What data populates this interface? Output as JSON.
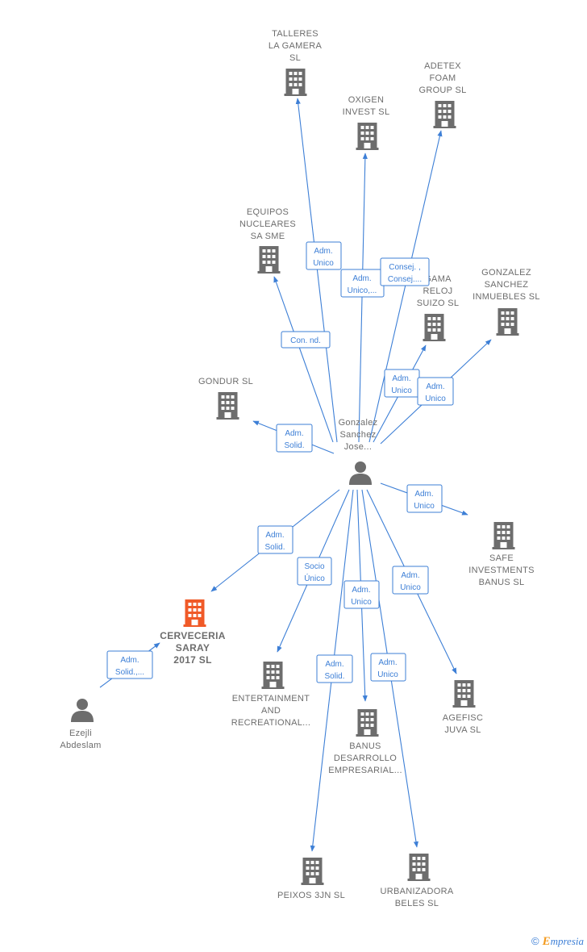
{
  "colors": {
    "edge": "#3d7fd6",
    "node": "#6d6d6d",
    "focus": "#f05a28"
  },
  "center_person": {
    "label": [
      "Gonzalez",
      "Sanchez",
      "Jose..."
    ]
  },
  "other_person": {
    "label": [
      "Ezejli",
      "Abdeslam"
    ]
  },
  "companies": [
    {
      "id": "talleres",
      "label": [
        "TALLERES",
        "LA GAMERA",
        "SL"
      ]
    },
    {
      "id": "oxigen",
      "label": [
        "OXIGEN",
        "INVEST SL"
      ]
    },
    {
      "id": "adetex",
      "label": [
        "ADETEX",
        "FOAM",
        "GROUP SL"
      ]
    },
    {
      "id": "equipos",
      "label": [
        "EQUIPOS",
        "NUCLEARES",
        "SA SME"
      ]
    },
    {
      "id": "gama",
      "label": [
        "GAMA",
        "RELOJ",
        "SUIZO SL"
      ]
    },
    {
      "id": "gonzalez",
      "label": [
        "GONZALEZ",
        "SANCHEZ",
        "INMUEBLES SL"
      ]
    },
    {
      "id": "gondur",
      "label": [
        "GONDUR SL"
      ]
    },
    {
      "id": "safe",
      "label": [
        "SAFE",
        "INVESTMENTS",
        "BANUS SL"
      ]
    },
    {
      "id": "cerveceria",
      "label": [
        "CERVECERIA",
        "SARAY",
        "2017 SL"
      ],
      "focus": true
    },
    {
      "id": "entertainment",
      "label": [
        "ENTERTAINMENT",
        "AND",
        "RECREATIONAL..."
      ]
    },
    {
      "id": "banus",
      "label": [
        "BANUS",
        "DESARROLLO",
        "EMPRESARIAL..."
      ]
    },
    {
      "id": "agefisc",
      "label": [
        "AGEFISC",
        "JUVA SL"
      ]
    },
    {
      "id": "peixos",
      "label": [
        "PEIXOS 3JN SL"
      ]
    },
    {
      "id": "urbanizadora",
      "label": [
        "URBANIZADORA",
        "BELES SL"
      ]
    }
  ],
  "edges": [
    {
      "to": "talleres",
      "label": [
        "Adm.",
        "Unico"
      ]
    },
    {
      "to": "oxigen",
      "label": [
        "Adm.",
        "Unico,..."
      ]
    },
    {
      "to": "adetex",
      "label": [
        "Consej. ,",
        "Consej...."
      ]
    },
    {
      "to": "equipos",
      "label": [
        "Con. nd."
      ]
    },
    {
      "to": "gama",
      "label": [
        "Adm.",
        "Unico"
      ]
    },
    {
      "to": "gonzalez",
      "label": [
        "Adm.",
        "Unico"
      ]
    },
    {
      "to": "gondur",
      "label": [
        "Adm.",
        "Solid."
      ]
    },
    {
      "to": "safe",
      "label": [
        "Adm.",
        "Unico"
      ]
    },
    {
      "to": "cerveceria",
      "label": [
        "Adm.",
        "Solid."
      ]
    },
    {
      "to": "entertainment",
      "label": [
        "Socio",
        "Único"
      ]
    },
    {
      "to": "banus",
      "label": [
        "Adm.",
        "Unico"
      ]
    },
    {
      "to": "agefisc",
      "label": [
        "Adm.",
        "Unico"
      ]
    },
    {
      "to": "peixos",
      "label": [
        "Adm.",
        "Solid."
      ]
    },
    {
      "to": "urbanizadora",
      "label": [
        "Adm.",
        "Unico"
      ]
    },
    {
      "from": "ezejli",
      "to": "cerveceria",
      "label": [
        "Adm.",
        "Solid.,..."
      ]
    }
  ],
  "brand": {
    "copyright": "©",
    "initial": "E",
    "rest": "mpresia"
  }
}
